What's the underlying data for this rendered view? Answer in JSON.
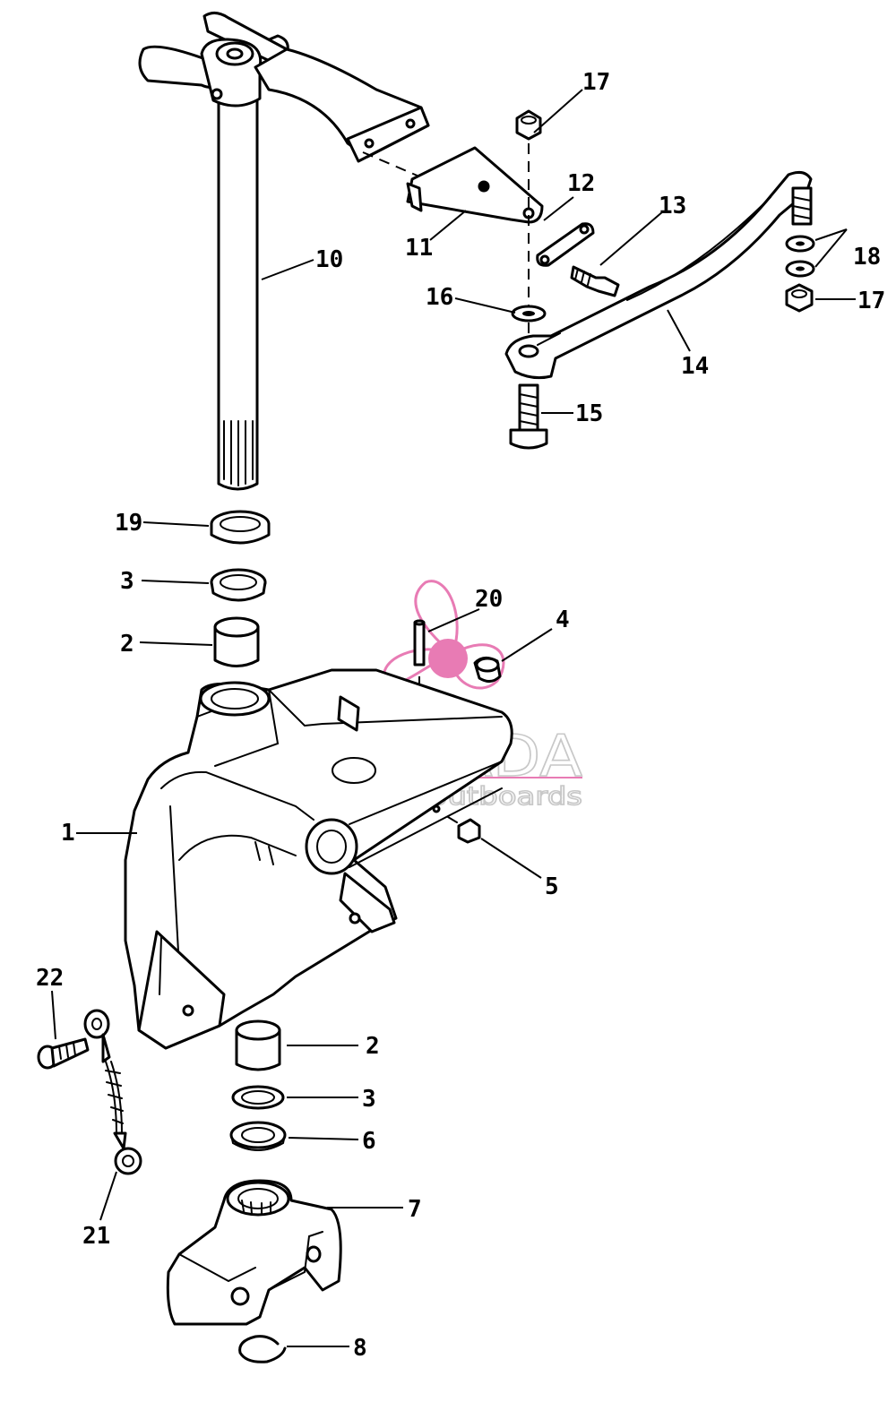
{
  "watermark": {
    "brand": "ARMADA",
    "tagline": "marine outboards",
    "accent_color": "#e87bb4",
    "outline_color": "#c8c8c8"
  },
  "callouts": [
    {
      "id": "1",
      "label": "1"
    },
    {
      "id": "2a",
      "label": "2"
    },
    {
      "id": "2b",
      "label": "2"
    },
    {
      "id": "3a",
      "label": "3"
    },
    {
      "id": "3b",
      "label": "3"
    },
    {
      "id": "4",
      "label": "4"
    },
    {
      "id": "5",
      "label": "5"
    },
    {
      "id": "6",
      "label": "6"
    },
    {
      "id": "7",
      "label": "7"
    },
    {
      "id": "8",
      "label": "8"
    },
    {
      "id": "10",
      "label": "10"
    },
    {
      "id": "11",
      "label": "11"
    },
    {
      "id": "12",
      "label": "12"
    },
    {
      "id": "13",
      "label": "13"
    },
    {
      "id": "14",
      "label": "14"
    },
    {
      "id": "15",
      "label": "15"
    },
    {
      "id": "16",
      "label": "16"
    },
    {
      "id": "17a",
      "label": "17"
    },
    {
      "id": "17b",
      "label": "17"
    },
    {
      "id": "18",
      "label": "18"
    },
    {
      "id": "19",
      "label": "19"
    },
    {
      "id": "20",
      "label": "20"
    },
    {
      "id": "21",
      "label": "21"
    },
    {
      "id": "22",
      "label": "22"
    }
  ]
}
